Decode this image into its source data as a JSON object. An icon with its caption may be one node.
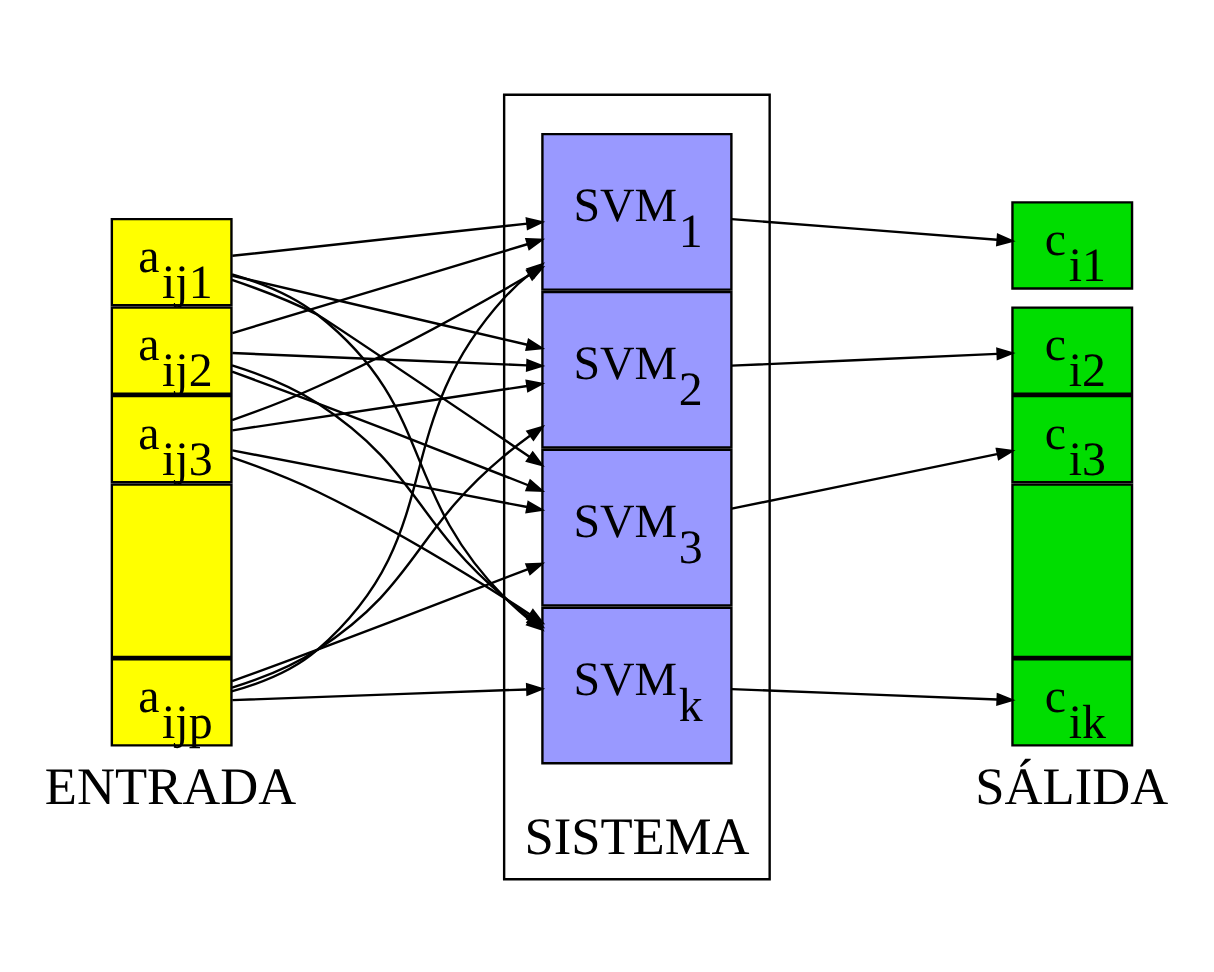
{
  "diagram": {
    "nodes": [
      {
        "text": [
          "a$_{ij1}$"
        ]
      },
      {
        "text": [
          "a$_{ij2}$"
        ]
      },
      {
        "text": [
          "a$_{ij3}$"
        ]
      },
      {
        "text": [],
        "shape": "box"
      },
      {
        "text": [
          "a$_{ijp}$"
        ]
      },
      {
        "text": [
          "SISTEMA"
        ]
      },
      {
        "text": [
          "SVM$_{1}$"
        ],
        "in": 5
      },
      {
        "text": [
          "SVM$_{2}$"
        ],
        "in": 5
      },
      {
        "text": [
          "SVM$_{3}$"
        ],
        "in": 5
      },
      {
        "text": [
          "SVM$_{k}$"
        ],
        "in": 5
      },
      {
        "text": [
          "c$_{i1}$"
        ]
      },
      {
        "text": [
          "c$_{i2}$"
        ]
      },
      {
        "text": [
          "c$_{i3}$"
        ]
      },
      {
        "text": [],
        "shape": "box"
      },
      {
        "text": [
          "c$_{ik}$"
        ]
      }
    ],
    "edges": [
      {
        "from": 0,
        "to": 6,
        "arrow": "to"
      },
      {
        "from": 0,
        "to": 7,
        "arrow": "to"
      },
      {
        "from": 0,
        "to": 8,
        "arrow": "to"
      },
      {
        "from": 0,
        "to": 9,
        "arrow": "to"
      },
      {
        "from": 1,
        "to": 6,
        "arrow": "to"
      },
      {
        "from": 1,
        "to": 7,
        "arrow": "to"
      },
      {
        "from": 1,
        "to": 8,
        "arrow": "to"
      },
      {
        "from": 1,
        "to": 9,
        "arrow": "to"
      },
      {
        "from": 2,
        "to": 6,
        "arrow": "to"
      },
      {
        "from": 2,
        "to": 7,
        "arrow": "to"
      },
      {
        "from": 2,
        "to": 8,
        "arrow": "to"
      },
      {
        "from": 2,
        "to": 9,
        "arrow": "to"
      },
      {
        "from": 4,
        "to": 6,
        "arrow": "to"
      },
      {
        "from": 4,
        "to": 7,
        "arrow": "to"
      },
      {
        "from": 4,
        "to": 8,
        "arrow": "to"
      },
      {
        "from": 4,
        "to": 9,
        "arrow": "to"
      },
      {
        "from": 6,
        "to": 10,
        "arrow": "to"
      },
      {
        "from": 7,
        "to": 11,
        "arrow": "to"
      },
      {
        "from": 8,
        "to": 12,
        "arrow": "to"
      },
      {
        "from": 9,
        "to": 14,
        "arrow": "to"
      }
    ],
    "labels": [
      "ENTRADA",
      "SÁLIDA"
    ]
  }
}
